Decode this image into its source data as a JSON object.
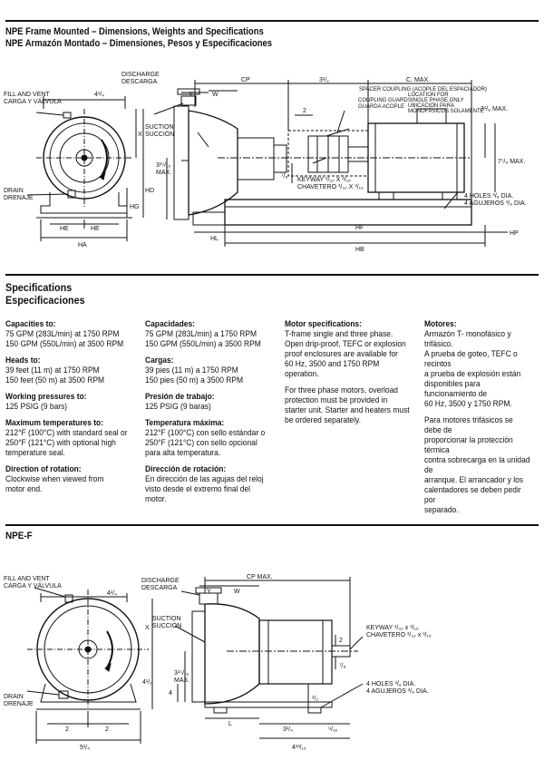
{
  "header": {
    "title_en": "NPE Frame Mounted – Dimensions, Weights and Specifications",
    "title_es": "NPE Armazón Montado – Dimensiones, Pesos y Especificaciones"
  },
  "drawing1": {
    "fill_vent": "FILL AND VENT",
    "fill_vent_es": "CARGA Y VÁLVULA",
    "drain": "DRAIN",
    "drain_es": "DRENAJE",
    "discharge": "DISCHARGE",
    "discharge_es": "DESCARGA",
    "suction": "SUCTION",
    "suction_es": "SUCCIÓN",
    "dim_top_width": "4¹/₄",
    "dim_X": "X",
    "dim_HD": "HD",
    "dim_HG": "HG",
    "dim_HE": "HE",
    "dim_HA": "HA",
    "dim_Y": "Y",
    "dim_W": "W",
    "dim_CP": "CP",
    "dim_3half": "3¹/₂",
    "dim_cmax": "C. MAX.",
    "dim_2": "2",
    "dim_3_1516": "3¹⁵/₁₆",
    "dim_max": "MAX.",
    "dim_318": "3¹/₈ MAX.",
    "dim_778": "7⁷/₈ MAX.",
    "dim_78": "⁷/₈",
    "spacer": "SPACER COUPLING (ACOPLE DEL ESPACIADOR)",
    "guard": "COUPLING GUARD",
    "guard_es": "GUARDA ACOPLE",
    "location1": "LOCATION FOR",
    "location2": "SINGLE PHASE ONLY",
    "location3": "UBICACIÓN PARA",
    "location4": "MONOFÁSICOS SOLAMENTE",
    "keyway": "KEYWAY ³/₃₂ X ³/₁₆",
    "keyway_es": "CHAVETERO ³/₃₂ X ³/₁₆",
    "holes": "4 HOLES ³/₈ DIA.",
    "holes_es": "4 AGUJEROS ³/₈ DIA.",
    "dim_HL": "HL",
    "dim_HF": "HF",
    "dim_HB": "HB",
    "dim_HP": "HP"
  },
  "spec": {
    "title_en": "Specifications",
    "title_es": "Especificaciones",
    "c1": {
      "cap_h": "Capacities to:",
      "cap_1": "75 GPM (283L/min) at 1750 RPM",
      "cap_2": "150 GPM (550L/min) at 3500 RPM",
      "heads_h": "Heads to:",
      "heads_1": "39 feet (11 m) at 1750 RPM",
      "heads_2": "150 feet (50 m) at 3500 RPM",
      "wp_h": "Working pressures to:",
      "wp_1": "125 PSIG (9 bars)",
      "mt_h": "Maximum temperatures to:",
      "mt_1": "212°F (100°C) with standard seal or",
      "mt_2": "250°F (121°C) with optional high",
      "mt_3": "temperature seal.",
      "dir_h": "Direction of rotation:",
      "dir_1": "Clockwise when viewed from",
      "dir_2": "motor end."
    },
    "c2": {
      "cap_h": "Capacidades:",
      "cap_1": "75 GPM (283L/min) a 1750 RPM",
      "cap_2": "150 GPM (550L/min) a 3500 RPM",
      "heads_h": "Cargas:",
      "heads_1": "39 pies (11 m) a 1750 RPM",
      "heads_2": "150 pies (50 m) a 3500 RPM",
      "wp_h": "Presión de trabajo:",
      "wp_1": "125 PSIG (9 baras)",
      "mt_h": "Temperatura máxima:",
      "mt_1": "212°F (100°C) con sello estándar o",
      "mt_2": "250°F (121°C) con sello opcional",
      "mt_3": "para alta temperatura.",
      "dir_h": "Dirección de rotación:",
      "dir_1": "En dirección de las agujas del reloj",
      "dir_2": "visto desde el extremo final del",
      "dir_3": "motor."
    },
    "c3": {
      "h": "Motor specifications:",
      "l1": "T-frame single and three phase.",
      "l2": "Open drip-proof, TEFC or explosion",
      "l3": "proof enclosures are available for",
      "l4": "60 Hz, 3500 and 1750 RPM operation.",
      "l5": "For three phase motors, overload",
      "l6": "protection must be provided in",
      "l7": "starter unit. Starter and heaters must",
      "l8": "be ordered separately."
    },
    "c4": {
      "h": "Motores:",
      "l1": "Armazón T- monofásico y trifásico.",
      "l2": "A prueba de goteo, TEFC o recintos",
      "l3": "a prueba de explosión están",
      "l4": "disponibles para funcionamiento de",
      "l5": "60 Hz, 3500 y 1750 RPM.",
      "l6": "Para motores trifásicos se debe de",
      "l7": "proporcionar la protección térmica",
      "l8": "contra sobrecarga en la unidad de",
      "l9": "arranque. El arrancador y los",
      "l10": "calentadores se deben pedir por",
      "l11": "separado."
    }
  },
  "npef": {
    "title": "NPE-F",
    "fill_vent": "FILL AND VENT",
    "fill_vent_es": "CARGA Y VÁLVULA",
    "drain": "DRAIN",
    "drain_es": "DRENAJE",
    "discharge": "DISCHARGE",
    "discharge_es": "DESCARGA",
    "suction": "SUCTION",
    "suction_es": "SUCCIÓN",
    "dim_4q": "4¹/₄",
    "dim_X": "X",
    "dim_4h": "4¹/₂",
    "dim_2a": "2",
    "dim_2b": "2",
    "dim_5q": "5¹/₄",
    "dim_Y": "Y",
    "dim_W": "W",
    "dim_cp": "CP MAX.",
    "dim_3_1516": "3¹⁵/₁₆",
    "dim_max": "MAX.",
    "dim_4": "4",
    "dim_L": "L",
    "dim_3q": "3¹/₄",
    "dim_916": "⁹/₁₆",
    "dim_4_1316": "4¹³/₁₆",
    "dim_2c": "2",
    "dim_78": "⁷/₈",
    "dim_half": "¹/₂",
    "keyway": "KEYWAY ³/₃₂ x ³/₁₆",
    "keyway_es": "CHAVETERO ³/₃₂ x ³/₁₆",
    "holes": "4 HOLES ³/₈ DIA.",
    "holes_es": "4 AGUJEROS ³/₈ DIA."
  }
}
